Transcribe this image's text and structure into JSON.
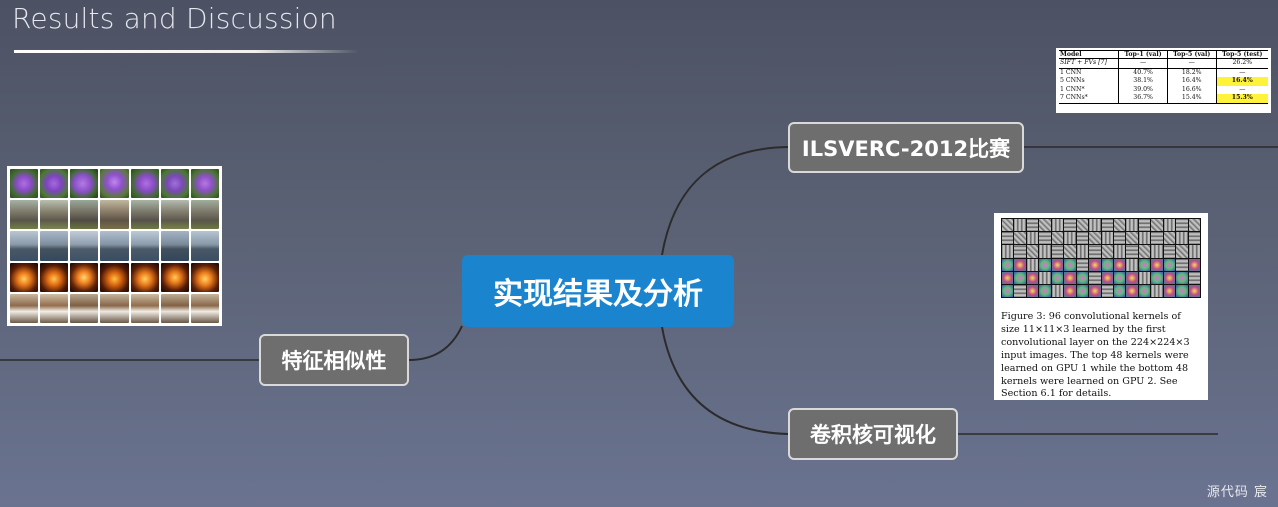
{
  "slide": {
    "title": "Results and Discussion",
    "footer": "源代码  宸"
  },
  "mindmap": {
    "central": "实现结果及分析",
    "branches": {
      "competition": "ILSVERC-2012比赛",
      "visualization": "卷积核可视化",
      "similarity": "特征相似性"
    }
  },
  "results_table": {
    "headers": [
      "Model",
      "Top-1 (val)",
      "Top-5 (val)",
      "Top-5 (test)"
    ],
    "rows": [
      [
        "SIFT + FVs [7]",
        "—",
        "—",
        "26.2%"
      ],
      [
        "1 CNN",
        "40.7%",
        "18.2%",
        "—"
      ],
      [
        "5 CNNs",
        "38.1%",
        "16.4%",
        "16.4%"
      ],
      [
        "1 CNN*",
        "39.0%",
        "16.6%",
        "—"
      ],
      [
        "7 CNNs*",
        "36.7%",
        "15.4%",
        "15.3%"
      ]
    ]
  },
  "kernel_figure": {
    "caption": "Figure 3: 96 convolutional kernels of size 11×11×3 learned by the first convolutional layer on the 224×224×3 input images. The top 48 kernels were learned on GPU 1 while the bottom 48 kernels were learned on GPU 2. See Section 6.1 for details."
  },
  "image_grid": {
    "rows": [
      "flower",
      "elephant",
      "ship",
      "pumpkin",
      "dog"
    ]
  },
  "colors": {
    "central_node": "#1a84cf",
    "branch_node": "#6e6e6e",
    "connector": "#2b2b2b",
    "highlight": "#fff23a"
  }
}
